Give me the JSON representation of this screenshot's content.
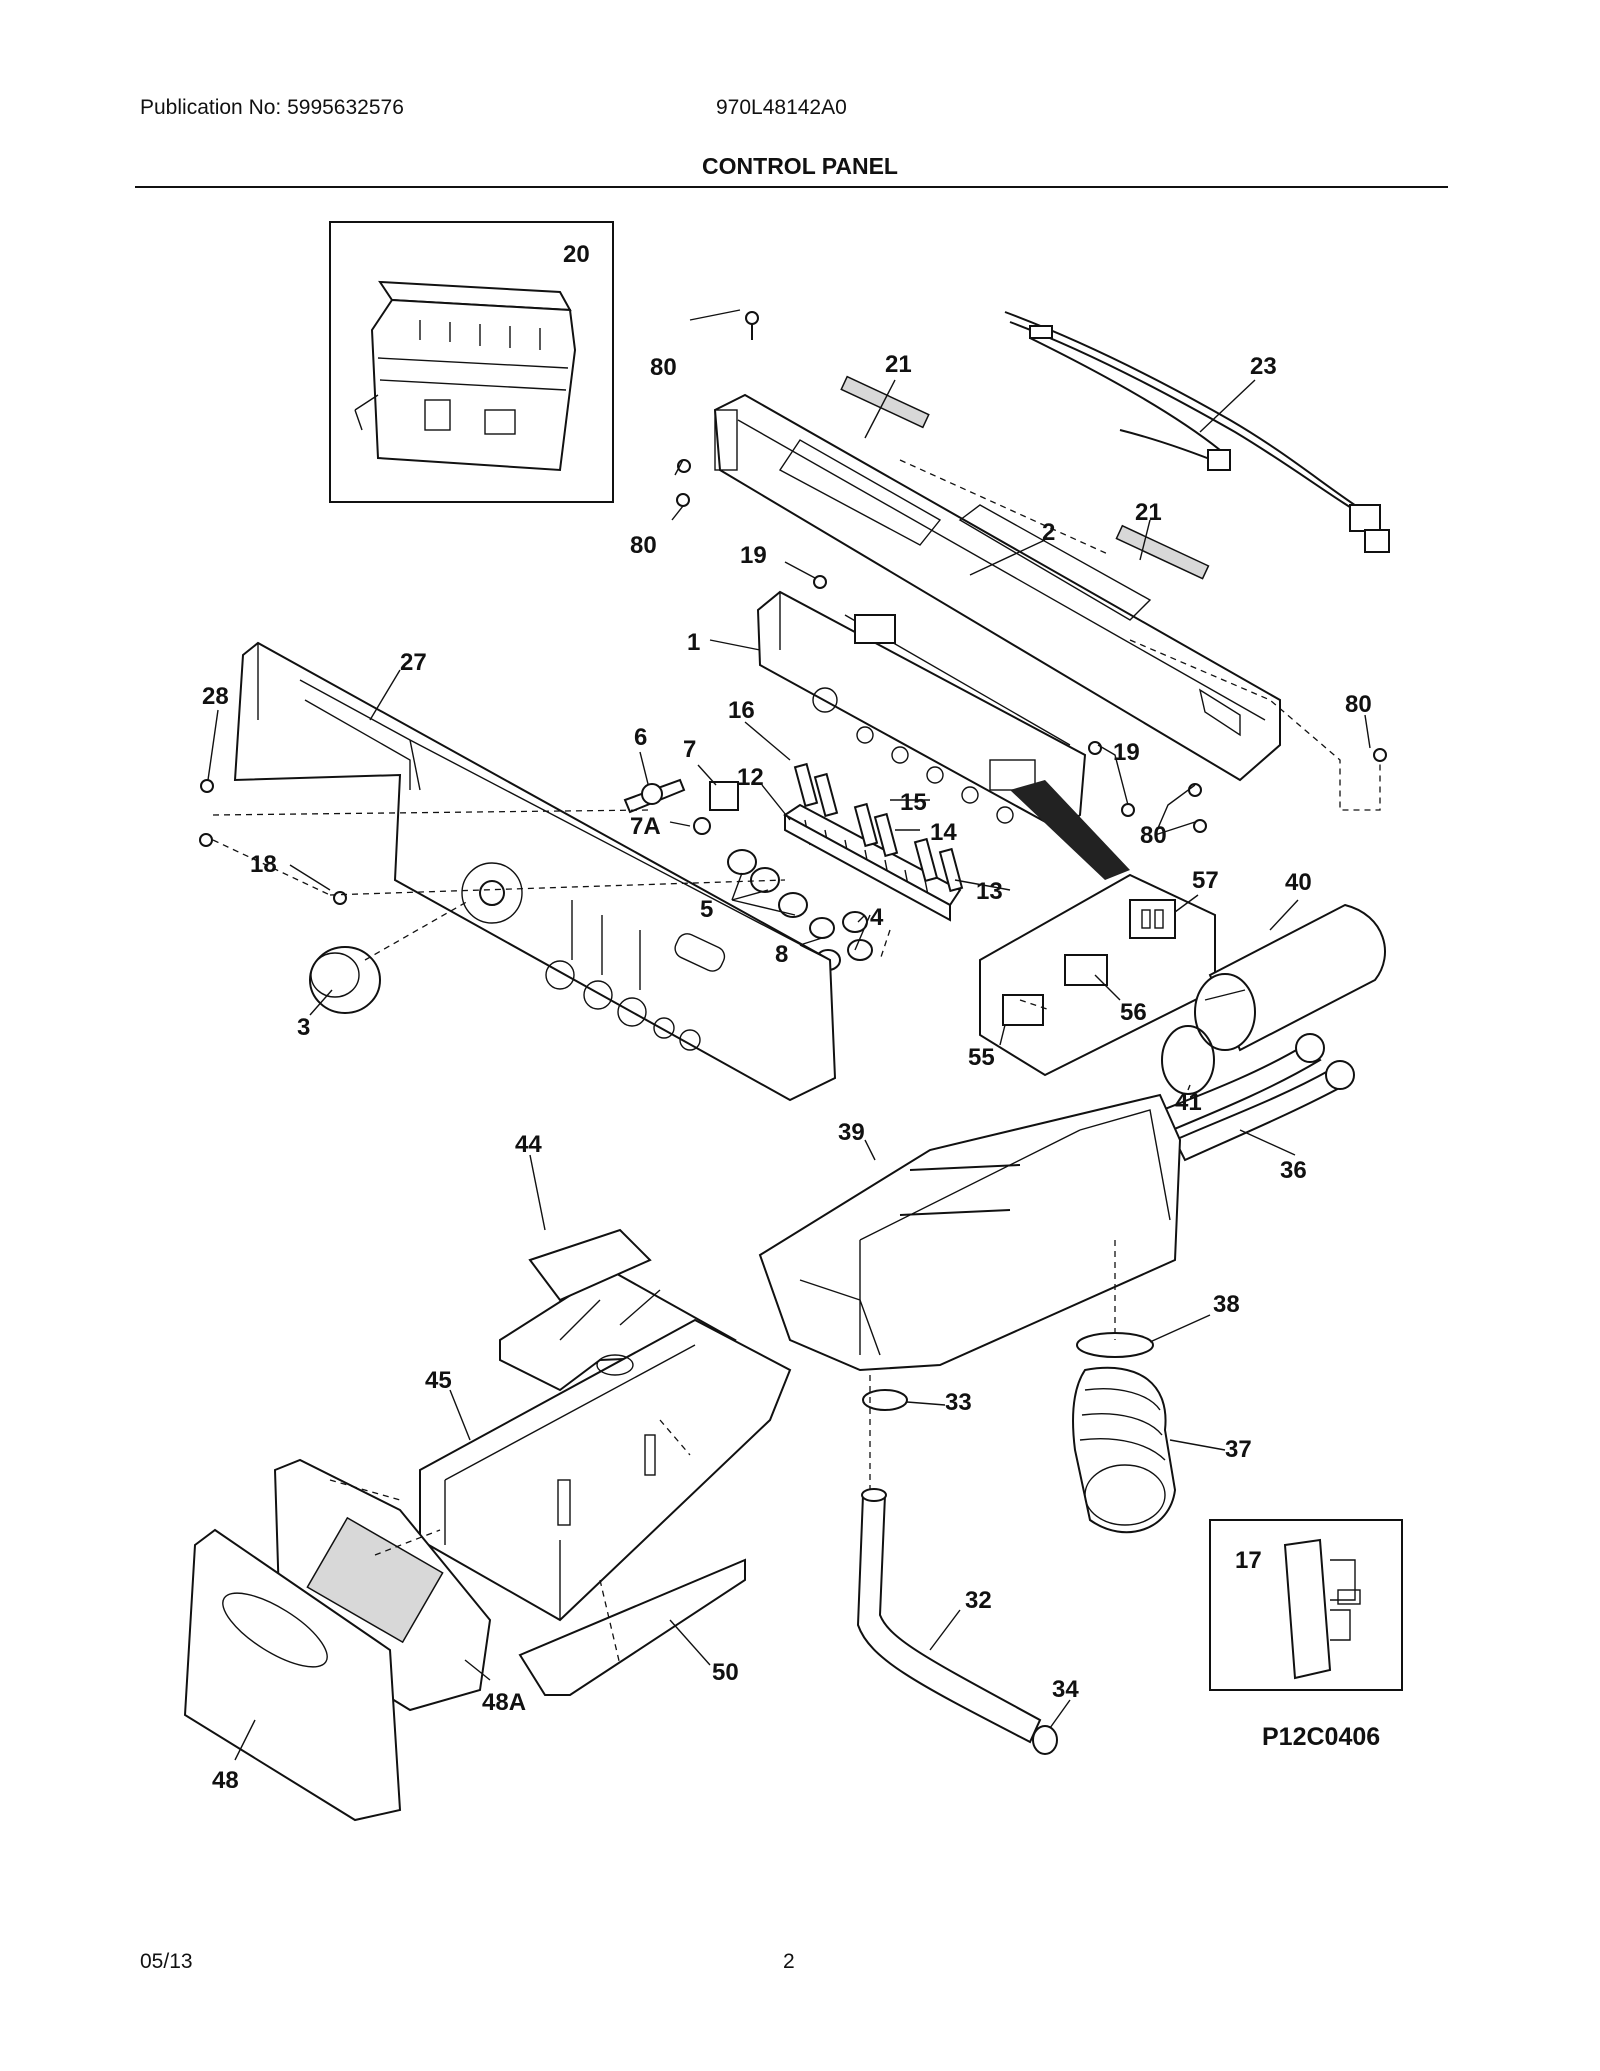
{
  "header": {
    "publication": "Publication No: 5995632576",
    "model": "970L48142A0",
    "title": "CONTROL PANEL"
  },
  "diagram": {
    "code": "P12C0406",
    "callouts": [
      "20",
      "80",
      "21",
      "23",
      "80",
      "2",
      "21",
      "19",
      "1",
      "27",
      "28",
      "80",
      "6",
      "7",
      "16",
      "19",
      "12",
      "15",
      "7A",
      "14",
      "80",
      "18",
      "13",
      "57",
      "40",
      "5",
      "4",
      "8",
      "3",
      "56",
      "55",
      "41",
      "39",
      "36",
      "44",
      "38",
      "45",
      "33",
      "37",
      "17",
      "32",
      "50",
      "34",
      "48A",
      "48"
    ]
  },
  "footer": {
    "date": "05/13",
    "page": "2"
  }
}
